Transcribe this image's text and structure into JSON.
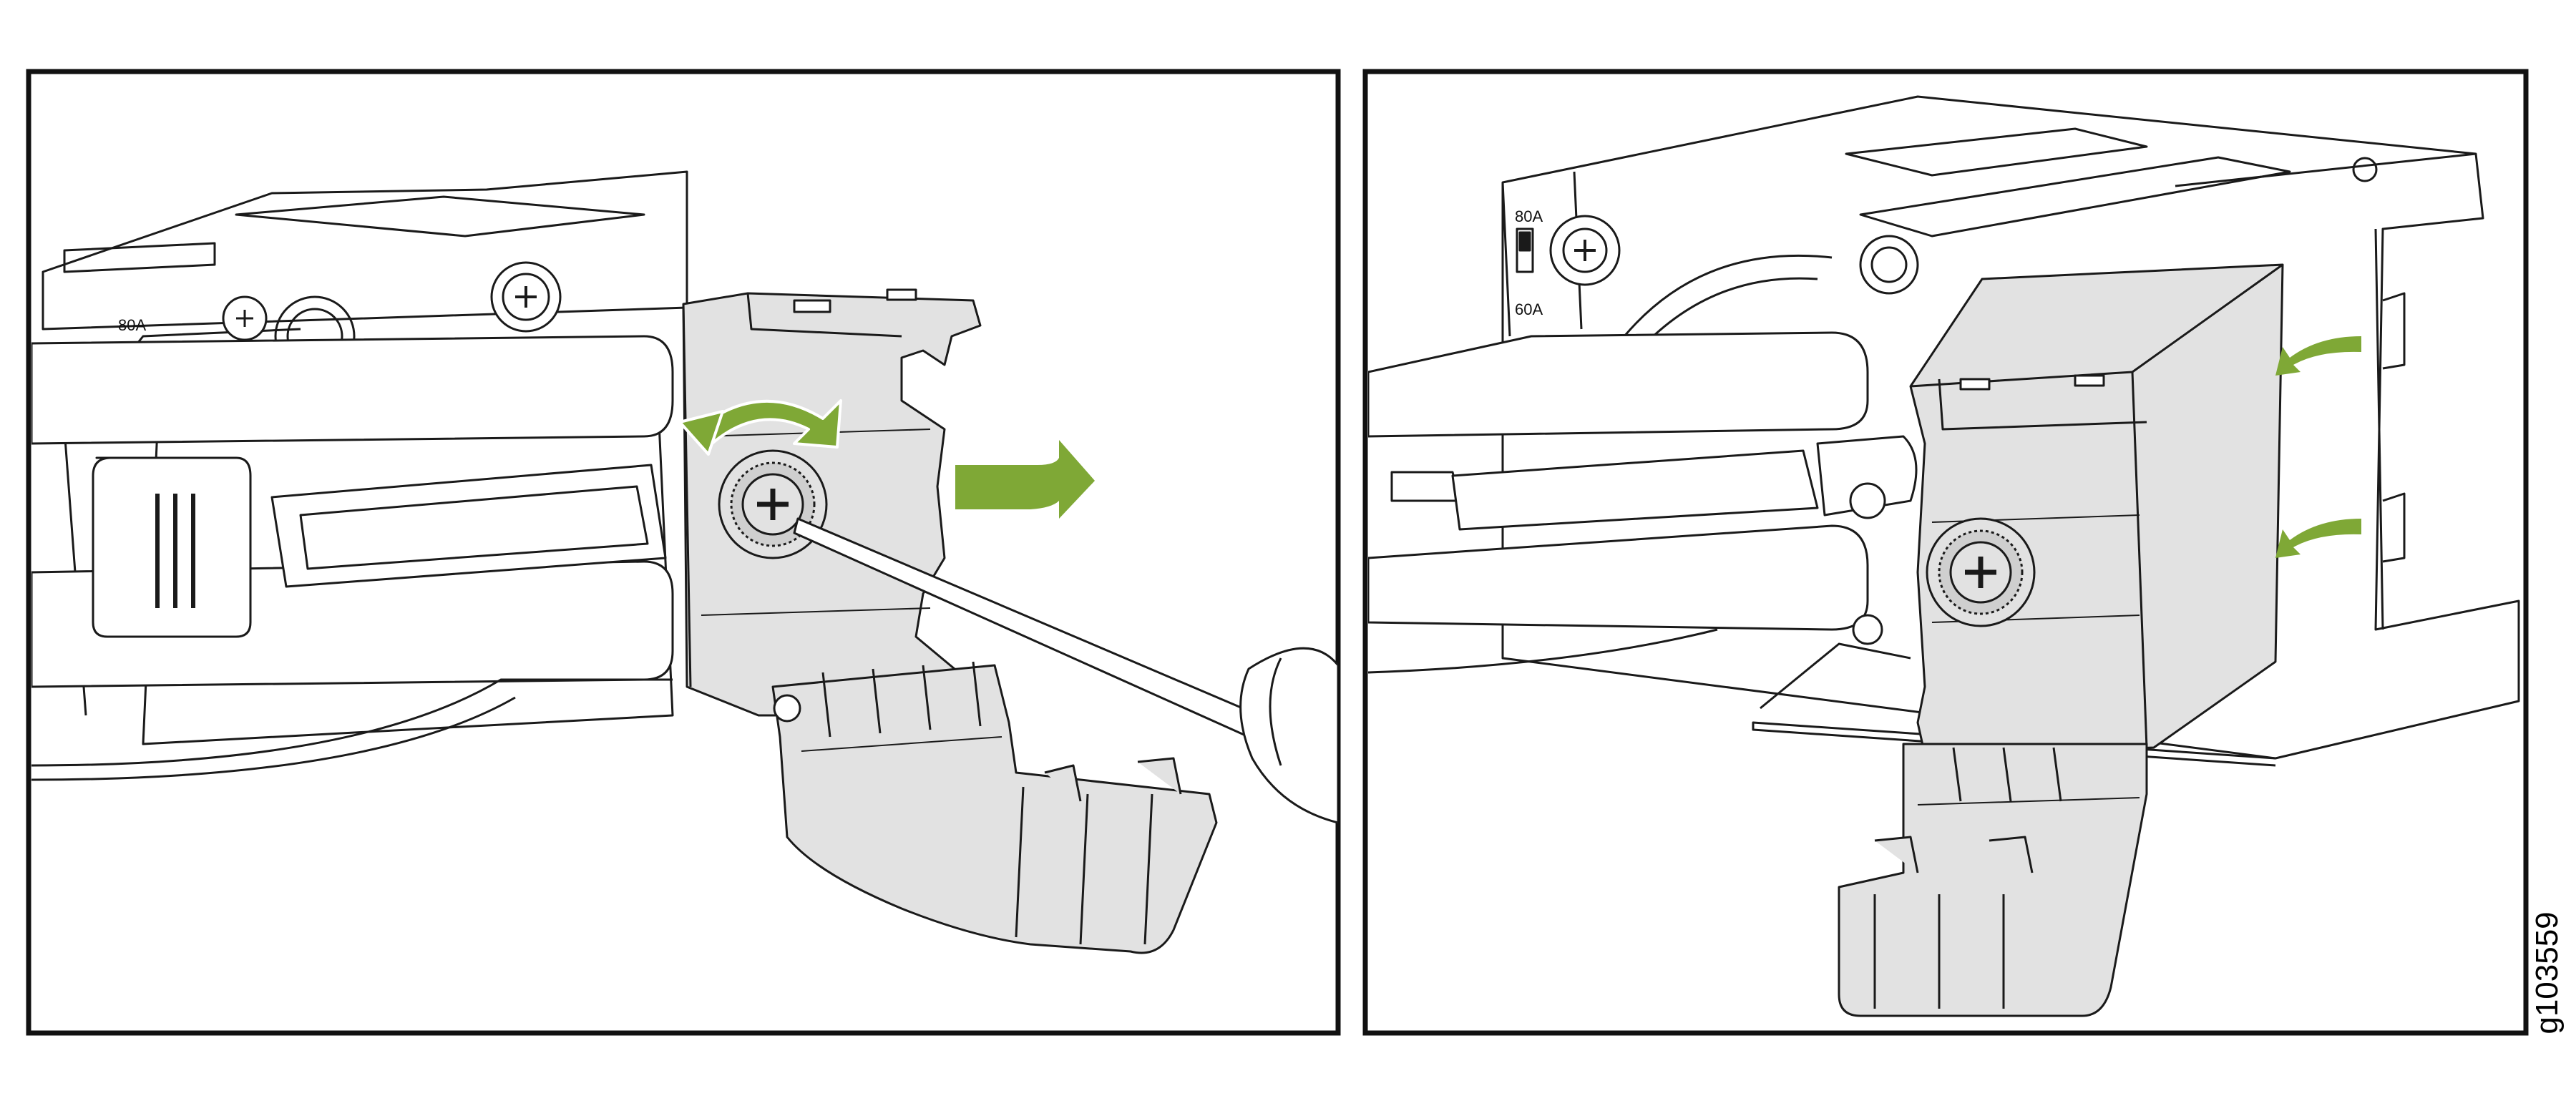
{
  "figure_id": "g103559",
  "left_panel": {
    "rating_label": "80A"
  },
  "right_panel": {
    "rating_top": "80A",
    "rating_bottom": "60A"
  },
  "colors": {
    "outline": "#1a1a1a",
    "cover_fill": "#e2e2e2",
    "cable_fill": "#ffffff",
    "arrow_green": "#7fa836",
    "background": "#ffffff"
  }
}
